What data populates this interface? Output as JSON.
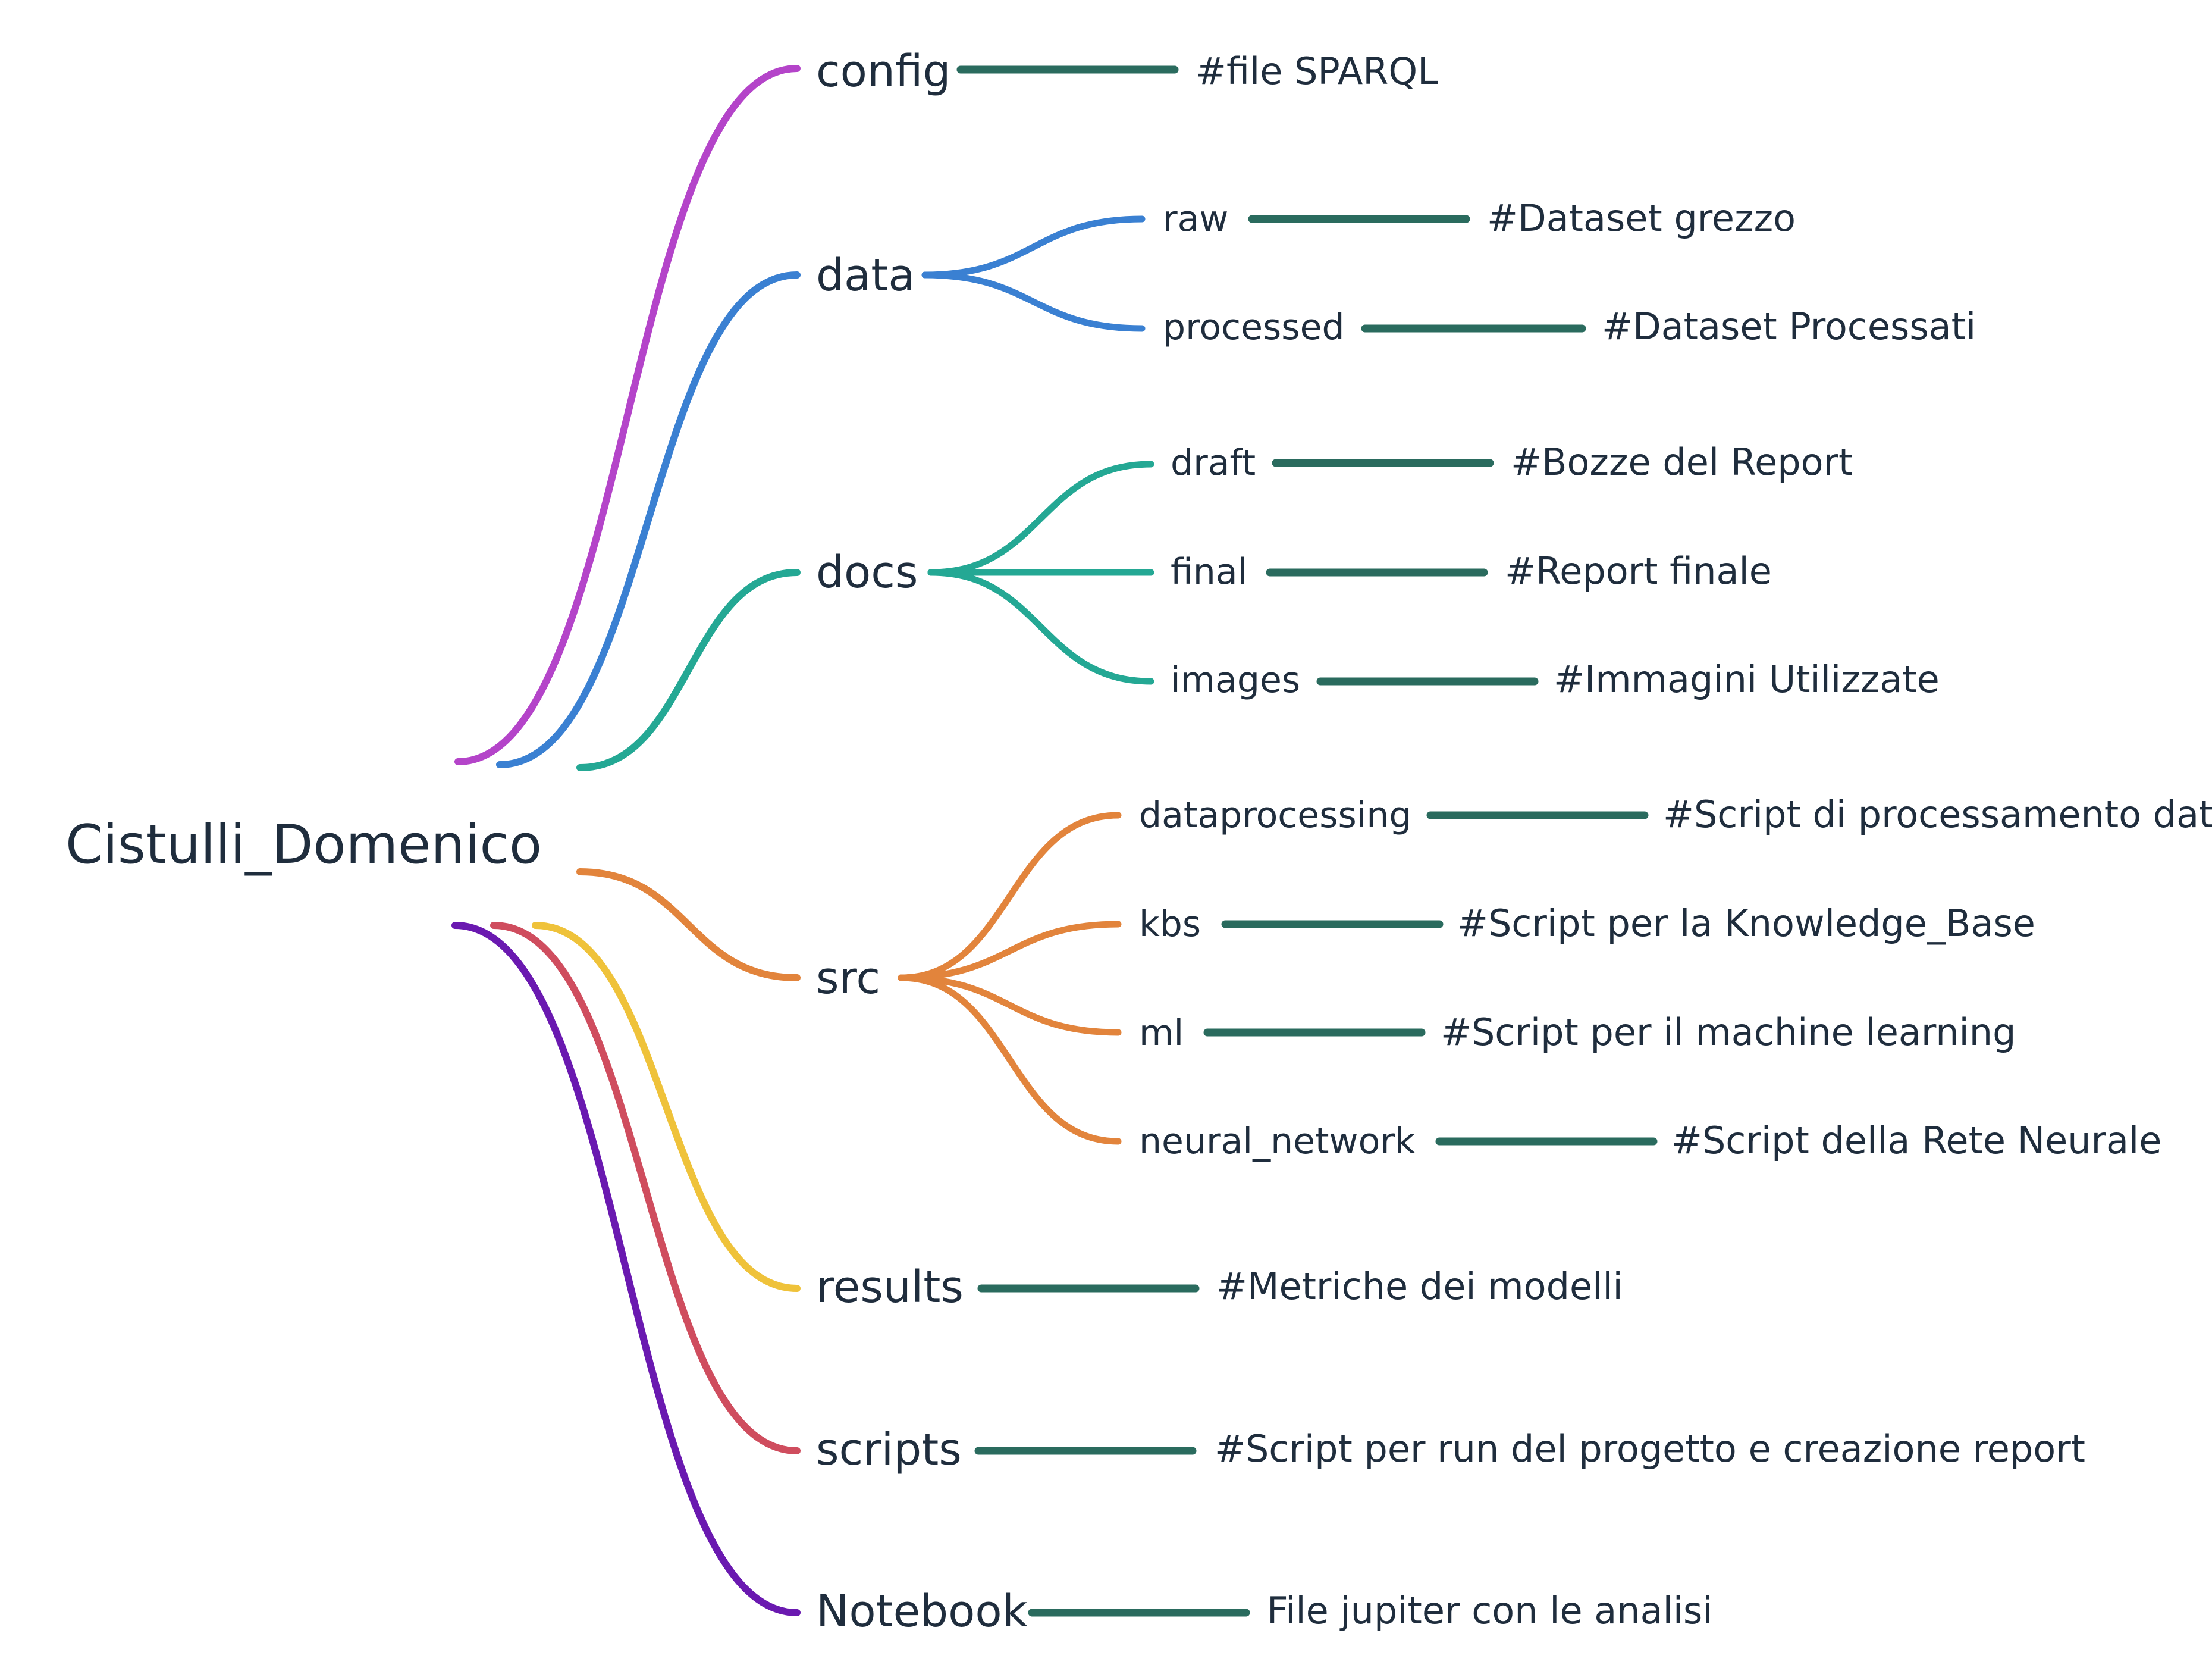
{
  "root": {
    "label": "Cistulli_Domenico"
  },
  "branches": [
    {
      "label": "config",
      "color": "#b444c9",
      "note": "#file SPARQL",
      "children": []
    },
    {
      "label": "data",
      "color": "#3a80d2",
      "note": "",
      "children": [
        {
          "label": "raw",
          "note": "#Dataset grezzo"
        },
        {
          "label": "processed",
          "note": "#Dataset Processati"
        }
      ]
    },
    {
      "label": "docs",
      "color": "#24a894",
      "note": "",
      "children": [
        {
          "label": "draft",
          "note": "#Bozze del Report"
        },
        {
          "label": "final",
          "note": "#Report finale"
        },
        {
          "label": "images",
          "note": "#Immagini Utilizzate"
        }
      ]
    },
    {
      "label": "src",
      "color": "#e2843c",
      "note": "",
      "children": [
        {
          "label": "dataprocessing",
          "note": "#Script di processamento dati"
        },
        {
          "label": "kbs",
          "note": "#Script per la Knowledge_Base"
        },
        {
          "label": "ml",
          "note": "#Script per il machine learning"
        },
        {
          "label": "neural_network",
          "note": "#Script della Rete Neurale"
        }
      ]
    },
    {
      "label": "results",
      "color": "#efc23a",
      "note": "#Metriche dei modelli",
      "children": []
    },
    {
      "label": "scripts",
      "color": "#cf4d5e",
      "note": "#Script per run del progetto e creazione report",
      "children": []
    },
    {
      "label": "Notebook",
      "color": "#6a19b0",
      "note": "File jupiter con le analisi",
      "children": []
    }
  ],
  "note_link_color": "#2a6b5e"
}
